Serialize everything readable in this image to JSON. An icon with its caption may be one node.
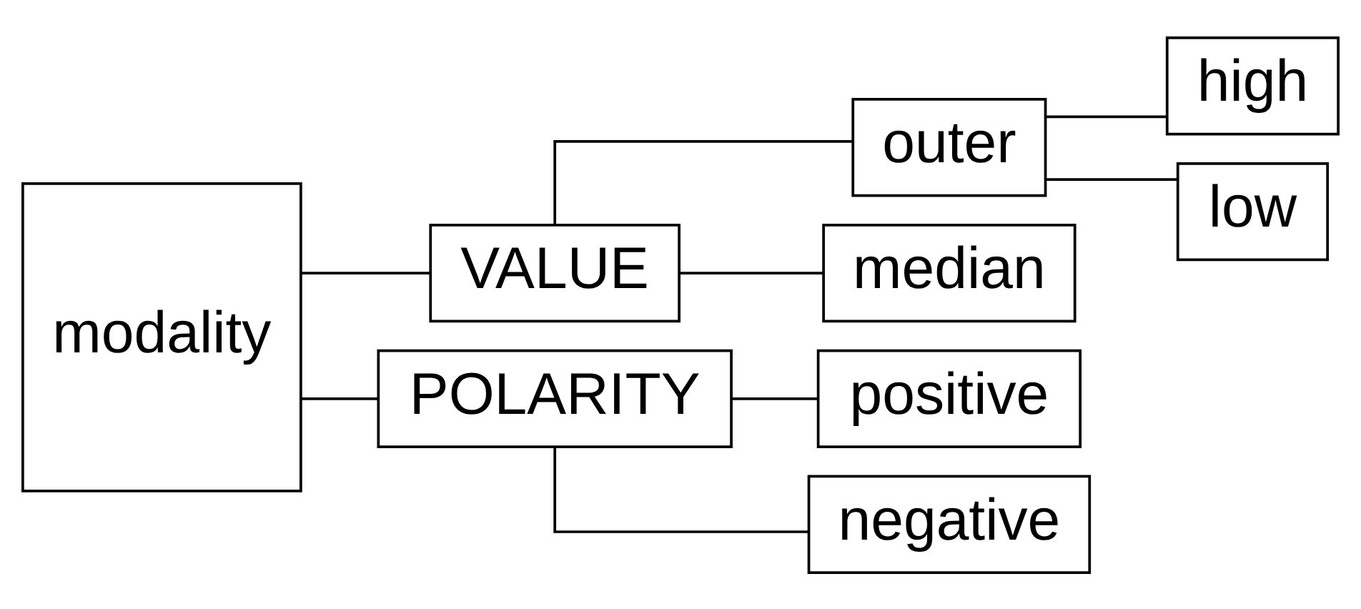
{
  "diagram": {
    "nodes": [
      {
        "text": [
          "modality"
        ]
      },
      {
        "text": [
          "VALUE"
        ]
      },
      {
        "text": [
          "POLARITY"
        ]
      },
      {
        "text": [
          "outer"
        ]
      },
      {
        "text": [
          "median"
        ]
      },
      {
        "text": [
          "positive"
        ]
      },
      {
        "text": [
          "negative"
        ]
      },
      {
        "text": [
          "high"
        ]
      },
      {
        "text": [
          "low"
        ]
      }
    ],
    "edges": [
      {
        "from": 0,
        "to": 1,
        "arrow": "none"
      },
      {
        "from": 0,
        "to": 2,
        "arrow": "none"
      },
      {
        "from": 1,
        "to": 3,
        "arrow": "none"
      },
      {
        "from": 1,
        "to": 4,
        "arrow": "none"
      },
      {
        "from": 3,
        "to": 7,
        "arrow": "none"
      },
      {
        "from": 3,
        "to": 8,
        "arrow": "none"
      },
      {
        "from": 2,
        "to": 5,
        "arrow": "none"
      },
      {
        "from": 2,
        "to": 6,
        "arrow": "none"
      }
    ]
  }
}
